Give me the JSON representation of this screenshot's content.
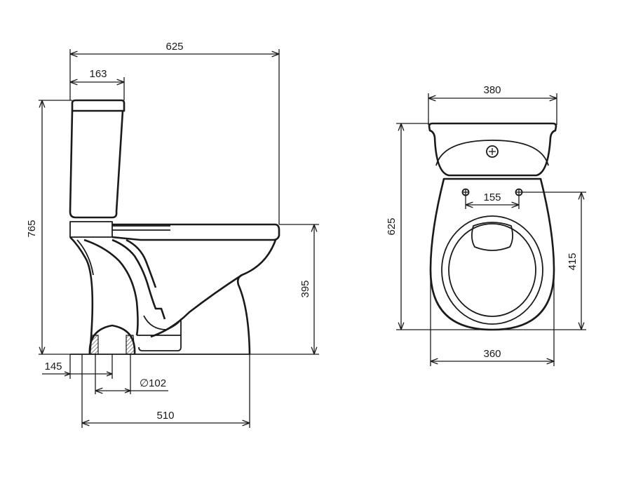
{
  "side_view": {
    "total_length": "625",
    "tank_depth": "163",
    "total_height": "765",
    "seat_height": "395",
    "outlet_offset": "145",
    "outlet_diameter": "∅102",
    "base_length": "510"
  },
  "top_view": {
    "width": "380",
    "length": "625",
    "hinge_spacing": "155",
    "bowl_length": "415",
    "bowl_width": "360"
  }
}
